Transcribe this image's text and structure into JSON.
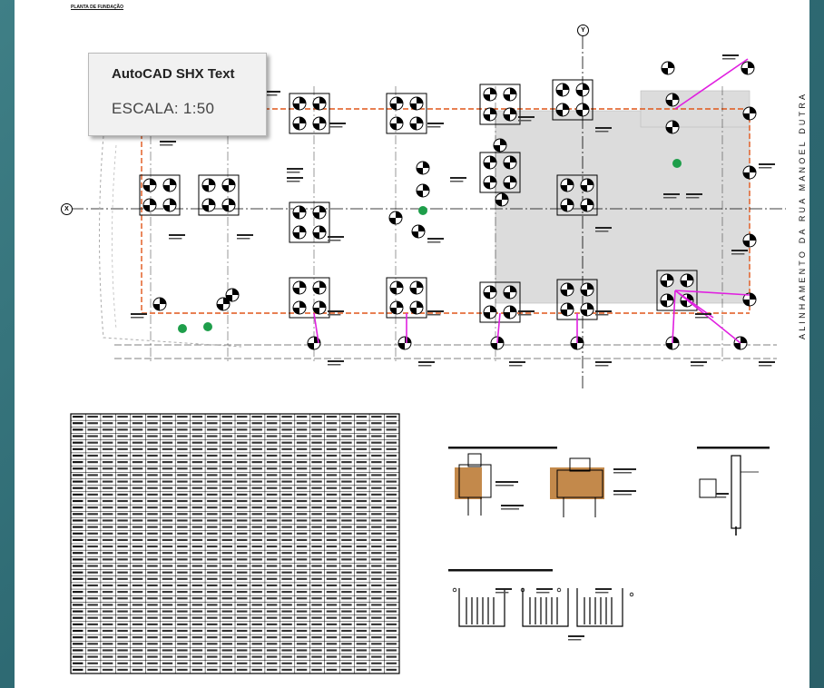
{
  "tooltip": {
    "title": "AutoCAD SHX Text",
    "scale": "ESCALA: 1:50"
  },
  "drawing": {
    "street_label": "ALINHAMENTO DA RUA MANOEL DUTRA",
    "axis_x": "X",
    "axis_y": "Y",
    "sheet_title": "PLANTA DE FUNDAÇÃO"
  },
  "colors": {
    "background": "#2e6a73",
    "sheet": "#ffffff",
    "shaded_area": "#dcdcdc",
    "dashed_line": "#e0561a",
    "pink_line": "#e020e0",
    "marker": "#1e9e4a"
  }
}
